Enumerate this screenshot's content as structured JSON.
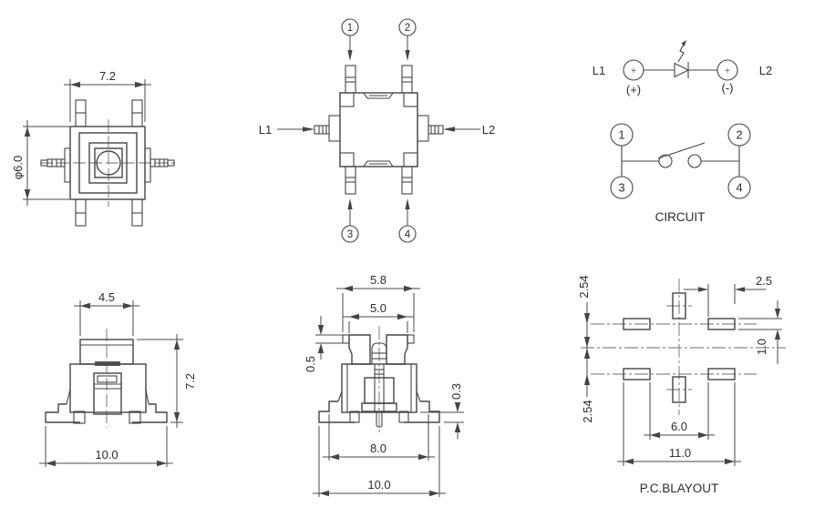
{
  "front": {
    "width": "7.2",
    "diameter": "φ6.0"
  },
  "top": {
    "pin1": "1",
    "pin2": "2",
    "pin3": "3",
    "pin4": "4",
    "l1": "L1",
    "l2": "L2"
  },
  "circuit": {
    "title": "CIRCUIT",
    "l1": "L1",
    "l2": "L2",
    "plus": "+",
    "anode": "(+)",
    "cathode": "(-)",
    "p1": "1",
    "p2": "2",
    "p3": "3",
    "p4": "4"
  },
  "side": {
    "cap": "4.5",
    "height": "7.2",
    "base": "10.0"
  },
  "section": {
    "outer": "5.8",
    "inner": "5.0",
    "tab": "0.5",
    "standoff": "0.3",
    "feet": "8.0",
    "base": "10.0"
  },
  "pcb": {
    "title": "P.C.BLAYOUT",
    "pitch_top": "2.54",
    "pad_w": "2.5",
    "pad_h": "1.0",
    "pitch_bottom": "2.54",
    "gap": "6.0",
    "span": "11.0"
  }
}
